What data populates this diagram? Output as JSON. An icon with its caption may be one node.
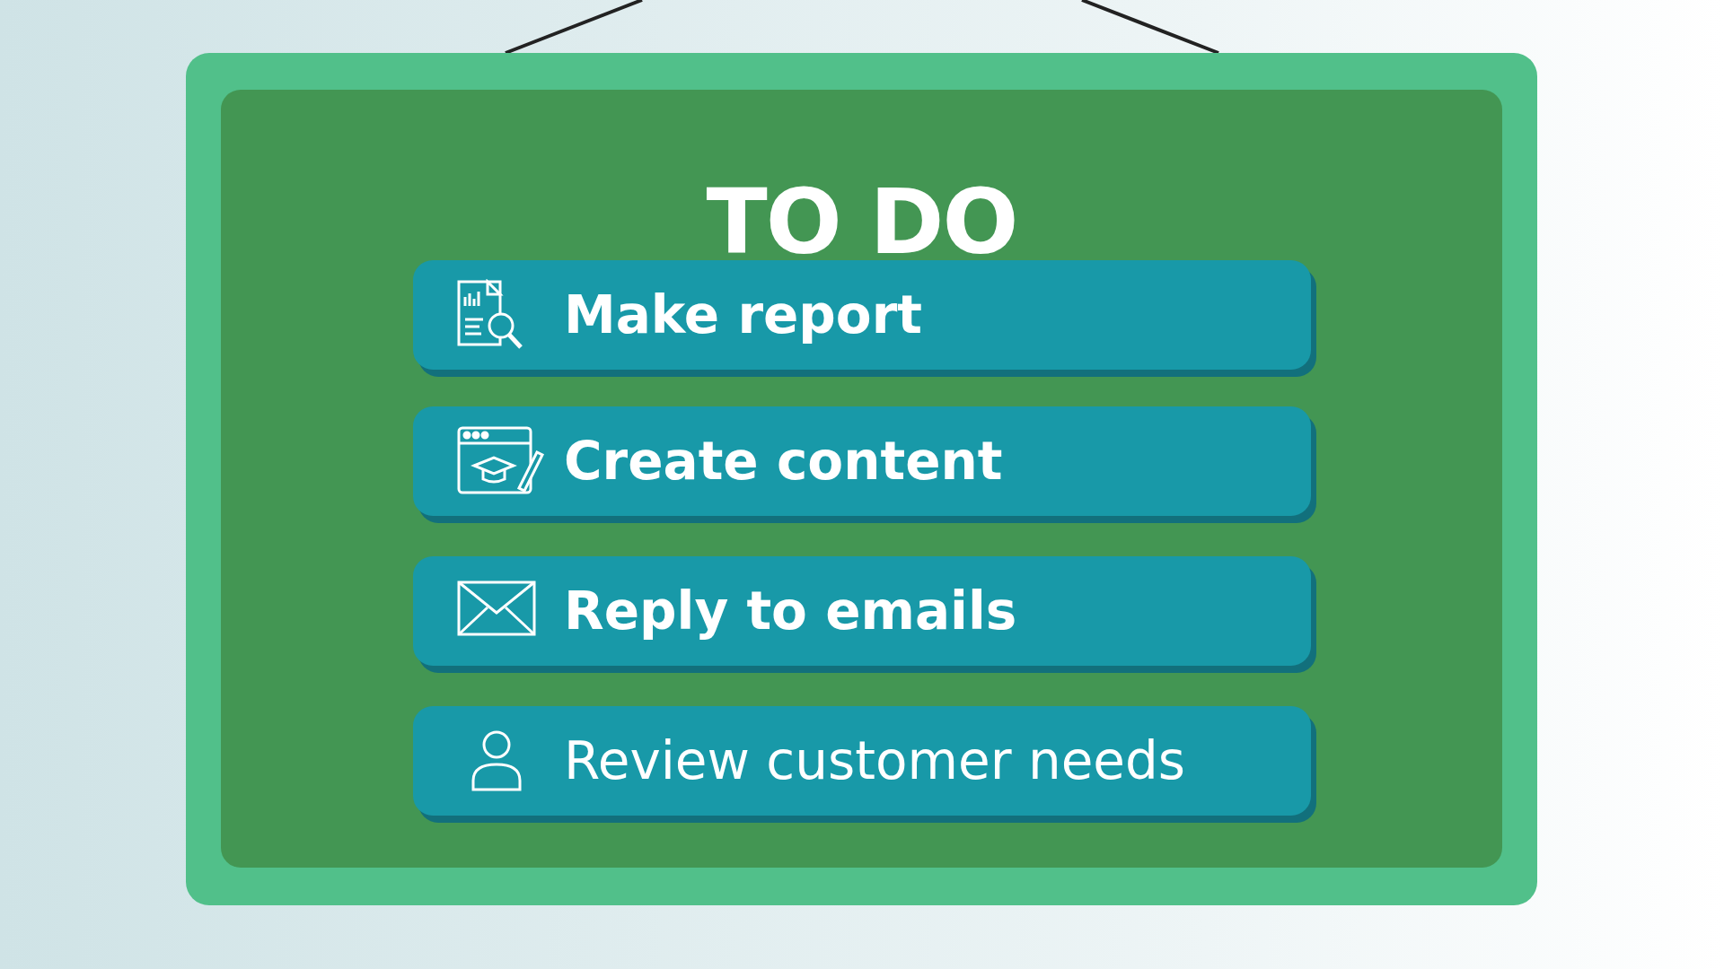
{
  "diagram": {
    "nodes": [
      {
        "text": [
          "TO DO"
        ]
      },
      {
        "text": [
          "Make report"
        ],
        "in": 0
      },
      {
        "text": [
          "Create content"
        ],
        "in": 0
      },
      {
        "text": [
          "Reply to emails"
        ],
        "in": 0
      },
      {
        "text": [
          "Review customer needs"
        ],
        "in": 0
      }
    ]
  }
}
